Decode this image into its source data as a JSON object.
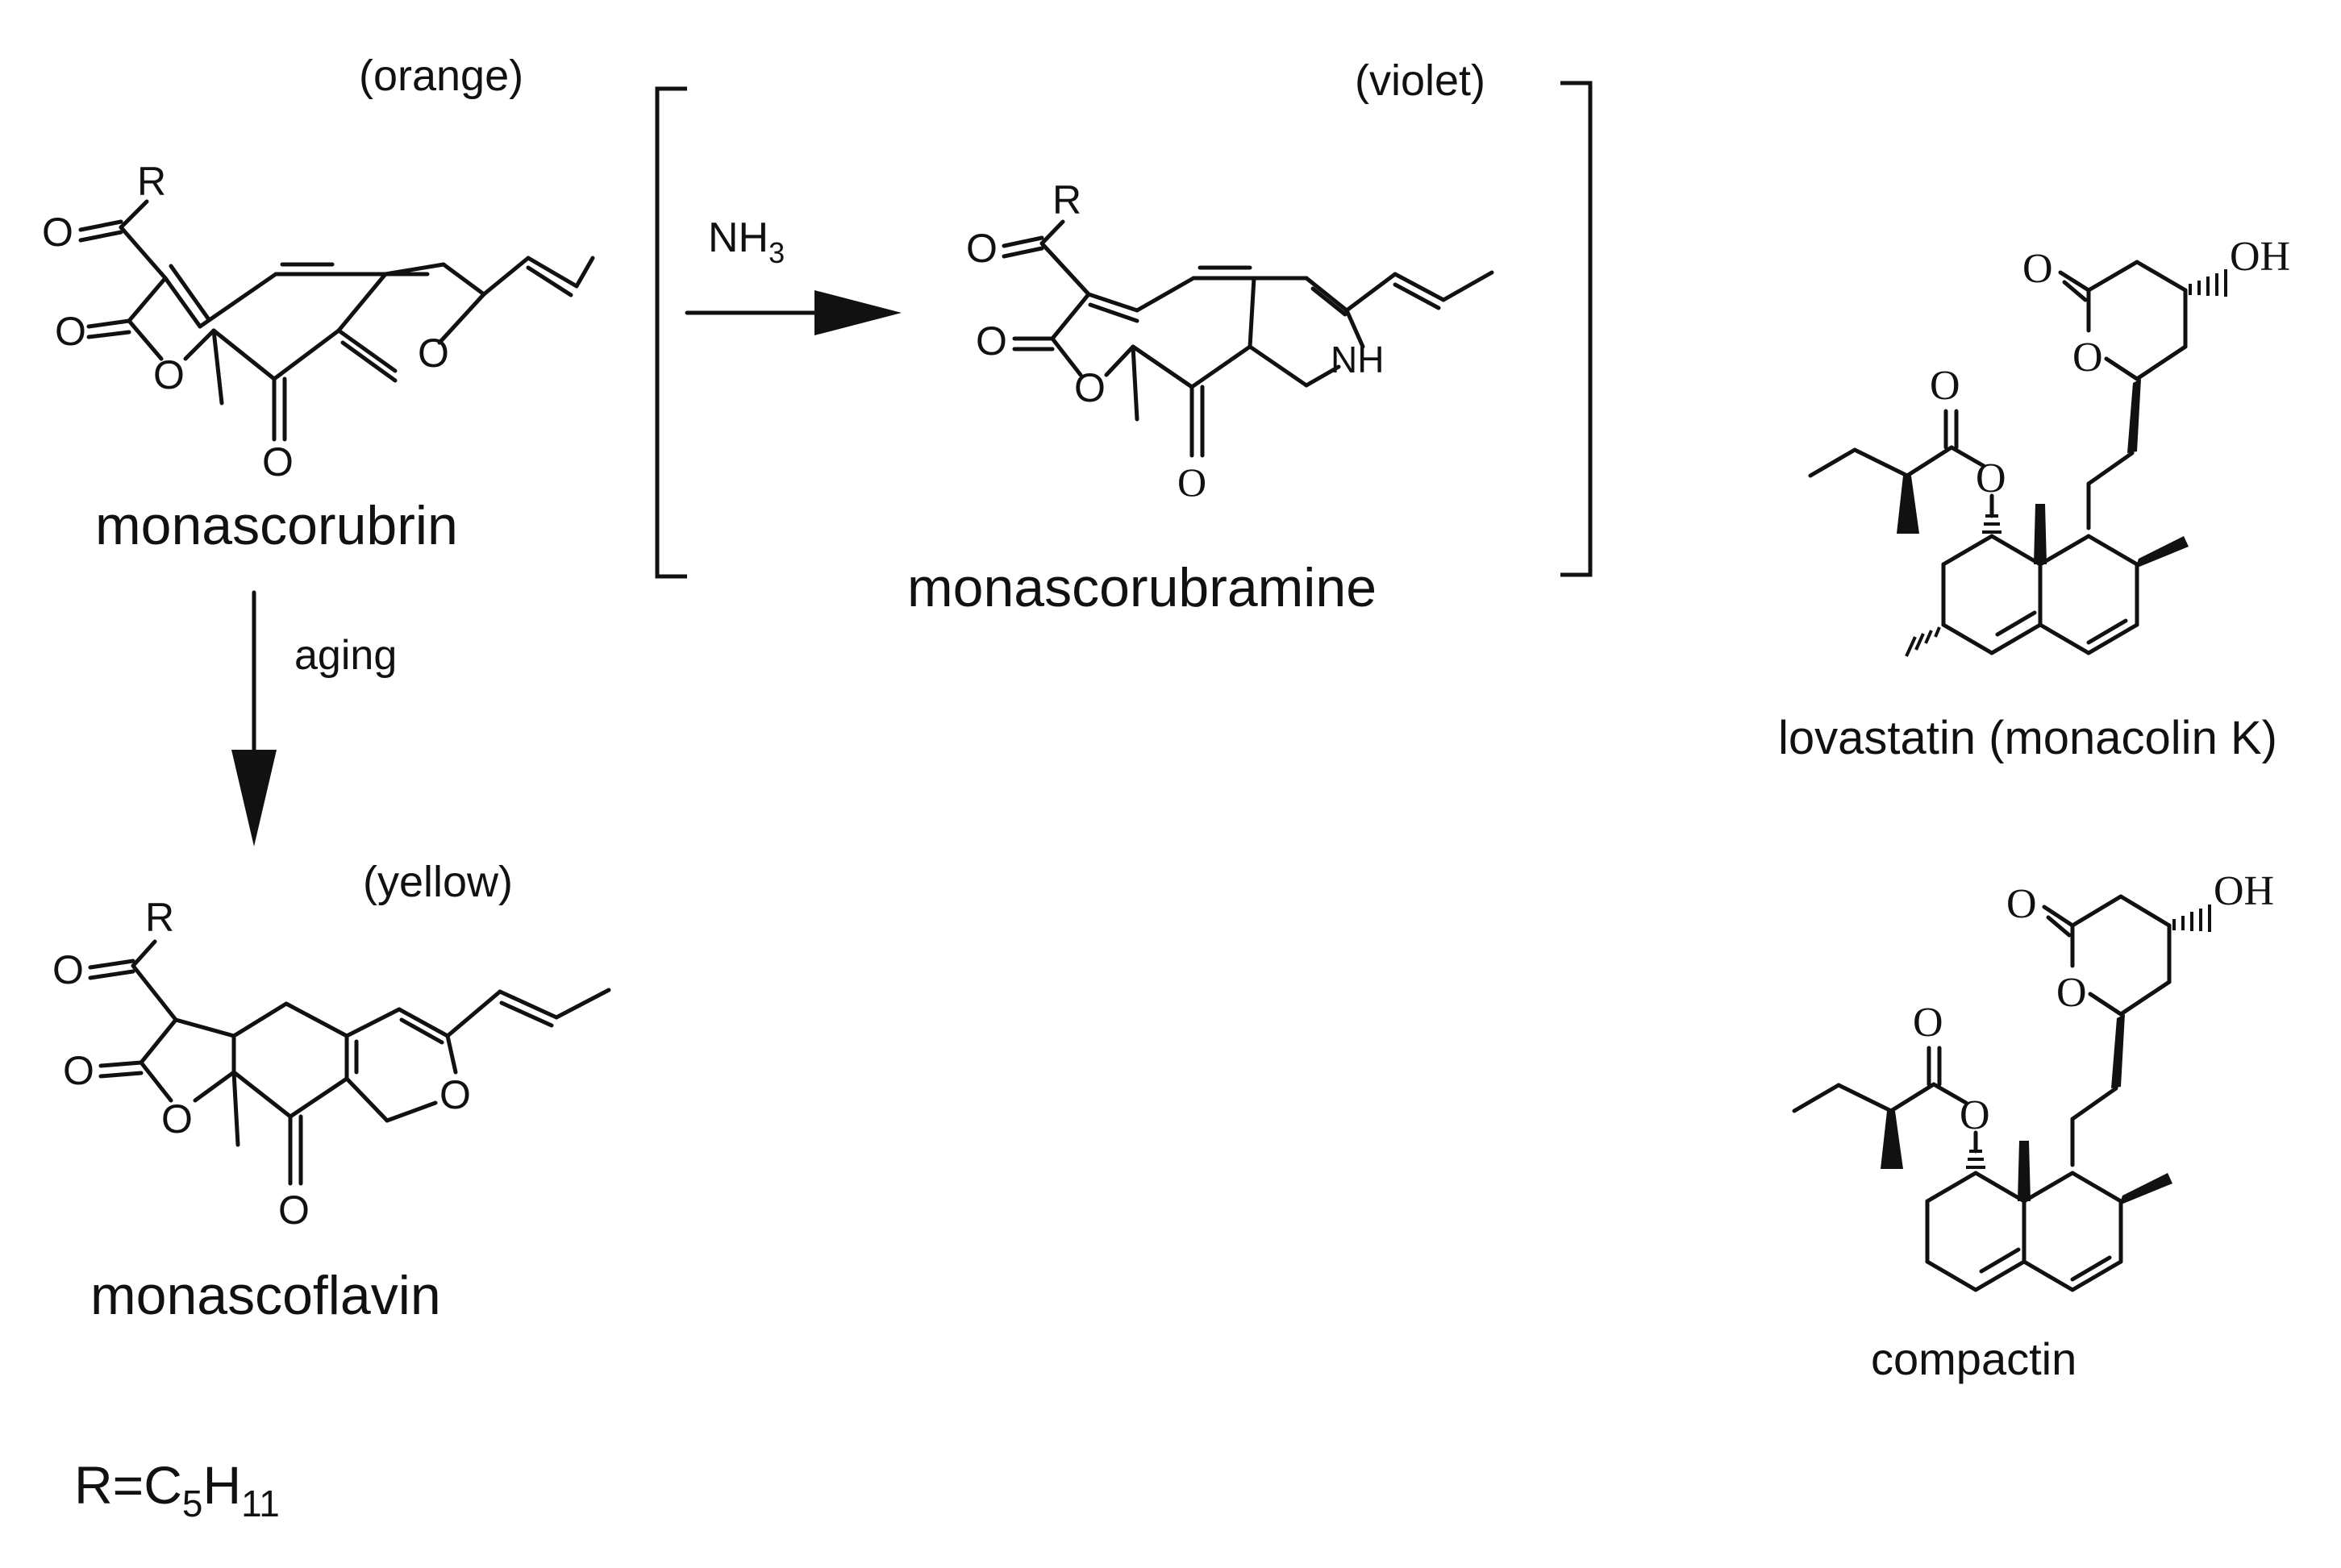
{
  "colors": {
    "ink": "#111111",
    "background": "#ffffff"
  },
  "labels": {
    "orange": "(orange)",
    "violet": "(violet)",
    "yellow": "(yellow)",
    "ammonia": "NH",
    "ammonia_sub": "3",
    "aging": "aging",
    "r_def_prefix": "R=C",
    "r_def_sub1": "5",
    "r_def_mid": "H",
    "r_def_sub2": "11"
  },
  "molecules": {
    "monascorubrin": "monascorubrin",
    "monascorubramine": "monascorubramine",
    "monascoflavin": "monascoflavin",
    "lovastatin": "lovastatin (monacolin K)",
    "compactin": "compactin"
  },
  "atoms": {
    "R": "R",
    "O": "O",
    "NH": "NH",
    "OH": "OH"
  }
}
